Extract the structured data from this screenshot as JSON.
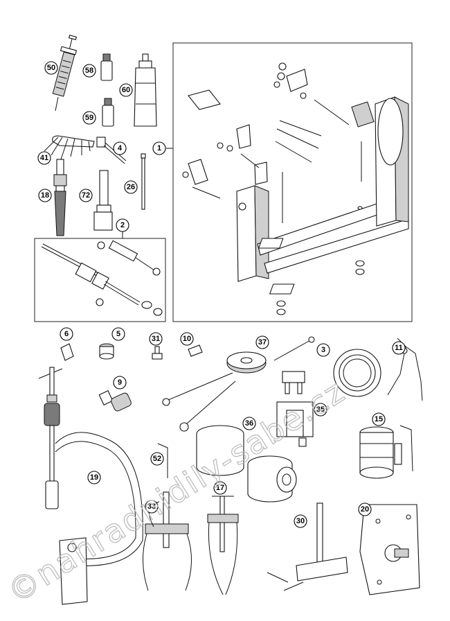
{
  "callouts": {
    "c1": "1",
    "c2": "2",
    "c3": "3",
    "c4": "4",
    "c5": "5",
    "c6": "6",
    "c9": "9",
    "c10": "10",
    "c11": "11",
    "c15": "15",
    "c17": "17",
    "c18": "18",
    "c19": "19",
    "c20": "20",
    "c26": "26",
    "c30": "30",
    "c31": "31",
    "c33": "33",
    "c35": "35",
    "c36": "36",
    "c37": "37",
    "c41": "41",
    "c50": "50",
    "c52": "52",
    "c58": "58",
    "c59": "59",
    "c60": "60",
    "c72": "72"
  },
  "watermark": "©nahradnidily-sabe.cz",
  "colors": {
    "line": "#111111",
    "shade": "#cfcfcf",
    "dark": "#7a7a7a",
    "watermark": "#b9b9b9"
  }
}
